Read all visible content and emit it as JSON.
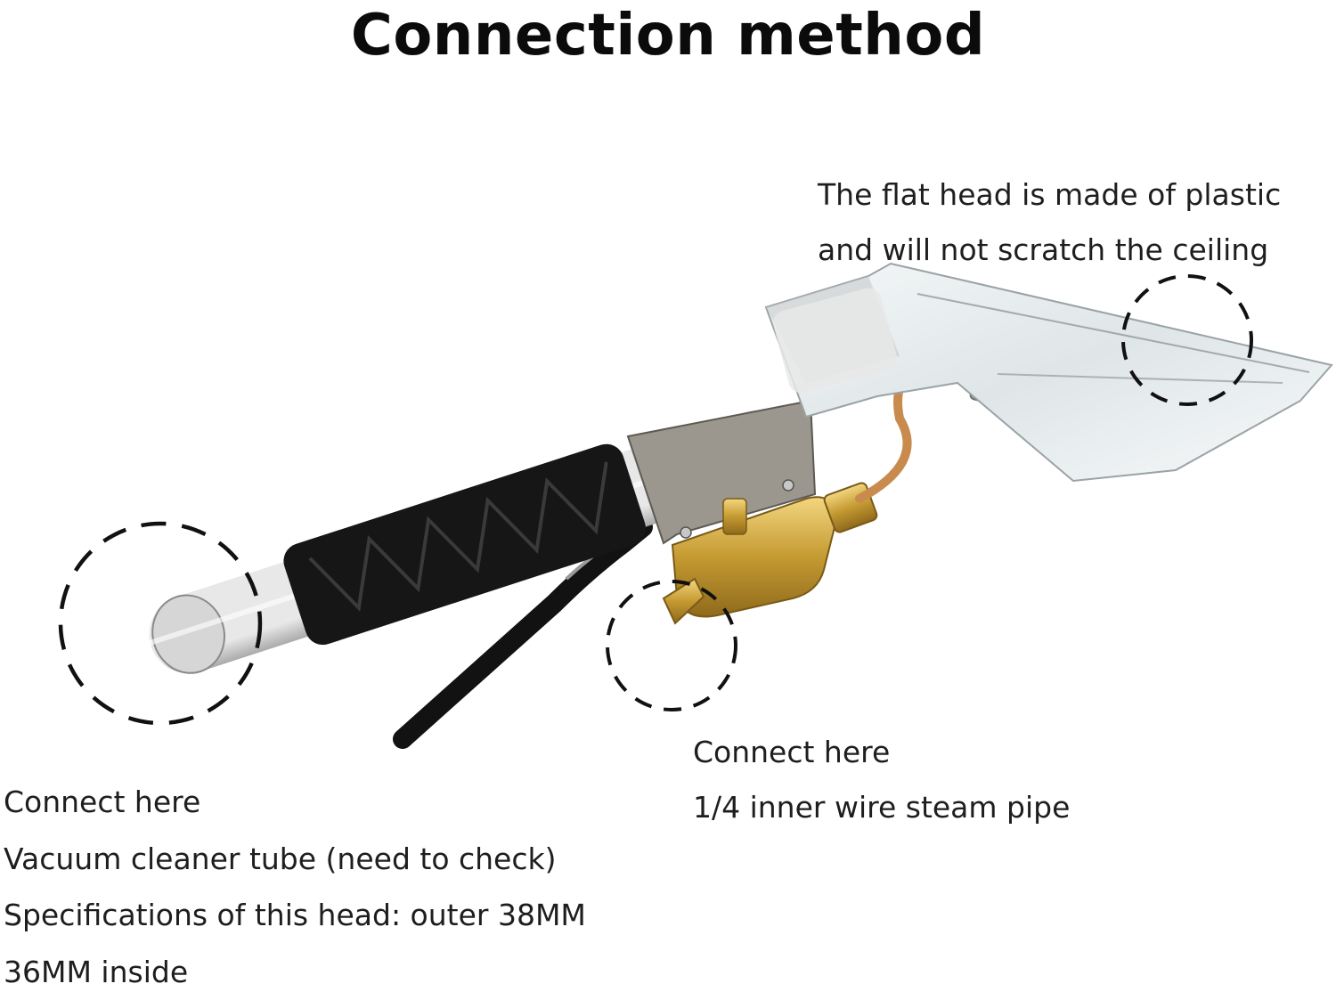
{
  "title": "Connection method",
  "labels": {
    "flat_head": {
      "line1": "The flat head is made of plastic",
      "line2": "and will not scratch the ceiling"
    },
    "steam_pipe": {
      "line1": "Connect here",
      "line2": "1/4 inner wire steam pipe"
    },
    "vacuum_tube": {
      "line1": "Connect here",
      "line2": "Vacuum cleaner tube (need to check)",
      "line3": "Specifications of this head: outer 38MM",
      "line4": "36MM inside"
    }
  },
  "colors": {
    "steel": "#b9b9b9",
    "grip": "#161616",
    "brass": "#c9a13a",
    "copper": "#c98a4e",
    "plastic": "#e8eef0",
    "dash": "#111111"
  }
}
